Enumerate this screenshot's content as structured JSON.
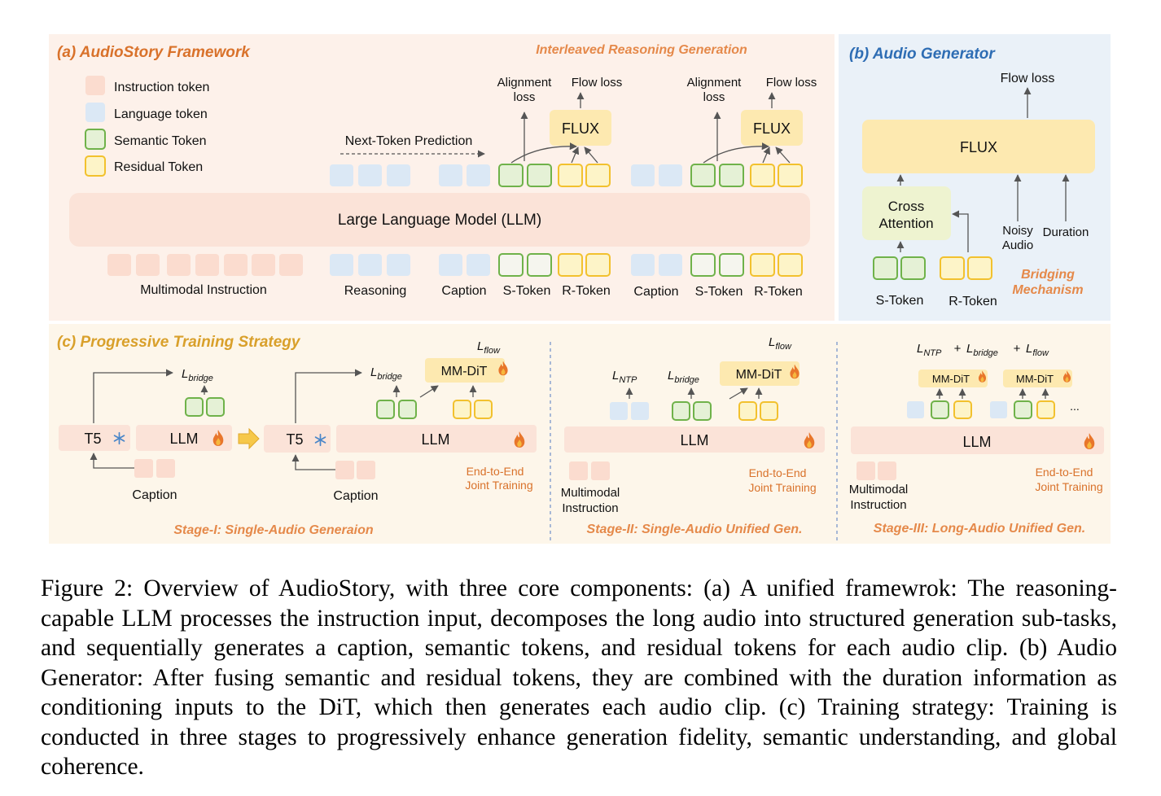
{
  "panel_a": {
    "title": "(a) AudioStory Framework",
    "subtitle": "Interleaved Reasoning Generation",
    "legend": [
      {
        "label": "Instruction token",
        "color": "#fbdccf"
      },
      {
        "label": "Language token",
        "color": "#dbe8f5"
      },
      {
        "label": "Semantic Token",
        "color": "#e5f1d6"
      },
      {
        "label": "Residual Token",
        "color": "#fdf4c8"
      }
    ],
    "next_token": "Next-Token Prediction",
    "llm": "Large Language Model (LLM)",
    "align_loss_1": "Alignment",
    "align_loss_2": "loss",
    "flow_loss": "Flow loss",
    "flux": "FLUX",
    "labels": {
      "multimodal": "Multimodal Instruction",
      "reasoning": "Reasoning",
      "caption": "Caption",
      "stoken": "S-Token",
      "rtoken": "R-Token"
    }
  },
  "panel_b": {
    "title": "(b) Audio Generator",
    "flow_loss": "Flow loss",
    "flux": "FLUX",
    "cross_1": "Cross",
    "cross_2": "Attention",
    "noisy_1": "Noisy",
    "noisy_2": "Audio",
    "duration": "Duration",
    "stoken": "S-Token",
    "rtoken": "R-Token",
    "bridging_1": "Bridging",
    "bridging_2": "Mechanism"
  },
  "panel_c": {
    "title": "(c) Progressive Training Strategy",
    "t5": "T5",
    "llm": "LLM",
    "mmdit": "MM-DiT",
    "caption": "Caption",
    "multimodal_1": "Multimodal",
    "multimodal_2": "Instruction",
    "e2e_1": "End-to-End",
    "e2e_2": "Joint Training",
    "l_bridge": "L",
    "l_bridge_sub": "bridge",
    "l_flow": "L",
    "l_flow_sub": "flow",
    "l_ntp": "L",
    "l_ntp_sub": "NTP",
    "plus": "+",
    "ellipsis": "...",
    "stage1": "Stage-I: Single-Audio Generaion",
    "stage2": "Stage-II: Single-Audio Unified Gen.",
    "stage3": "Stage-III: Long-Audio Unified Gen."
  },
  "colors": {
    "orange_title": "#d9722b",
    "blue_title": "#2e6db4",
    "instruction": "#fbdccf",
    "language": "#dbe8f5",
    "semantic_border": "#6fb24a",
    "residual_border": "#f2c12e",
    "flux_fill": "#fde9b0",
    "llm_fill": "#fbe3d8"
  },
  "caption_text": "Figure 2: Overview of AudioStory, with three core components: (a) A unified framewrok: The reasoning-capable LLM processes the instruction input, decomposes the long audio into structured generation sub-tasks, and sequentially generates a caption, semantic tokens, and residual tokens for each audio clip. (b) Audio Generator: After fusing semantic and residual tokens, they are combined with the duration information as conditioning inputs to the DiT, which then generates each audio clip. (c) Training strategy: Training is conducted in three stages to progressively enhance generation fidelity, semantic understanding, and global coherence."
}
